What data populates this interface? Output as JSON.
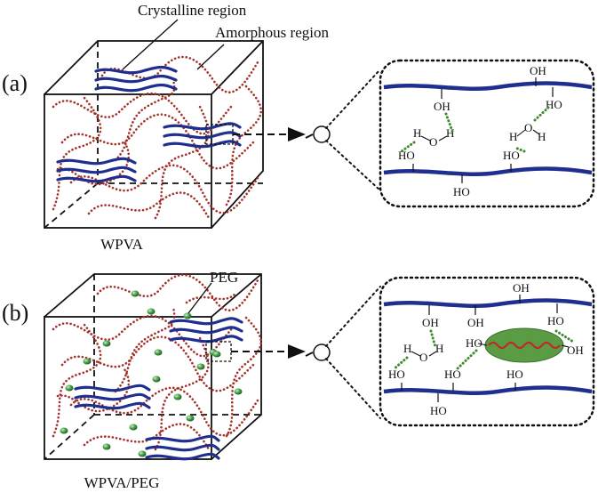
{
  "labels": {
    "crystalline": "Crystalline region",
    "amorphous": "Amorphous region",
    "panel_a": "(a)",
    "panel_b": "(b)",
    "caption_a": "WPVA",
    "caption_b": "WPVA/PEG",
    "peg": "PEG"
  },
  "chem": {
    "oh": "OH",
    "ho": "HO",
    "h": "H",
    "o": "O"
  },
  "colors": {
    "chain": "#1f2f8f",
    "amorphous": "#a3322a",
    "hbond": "#3d8a2a",
    "peg_particle": "#3f9a3f",
    "peg_ellipse": "#5a9c44",
    "peg_chain": "#c02a2a",
    "line": "#111111"
  }
}
